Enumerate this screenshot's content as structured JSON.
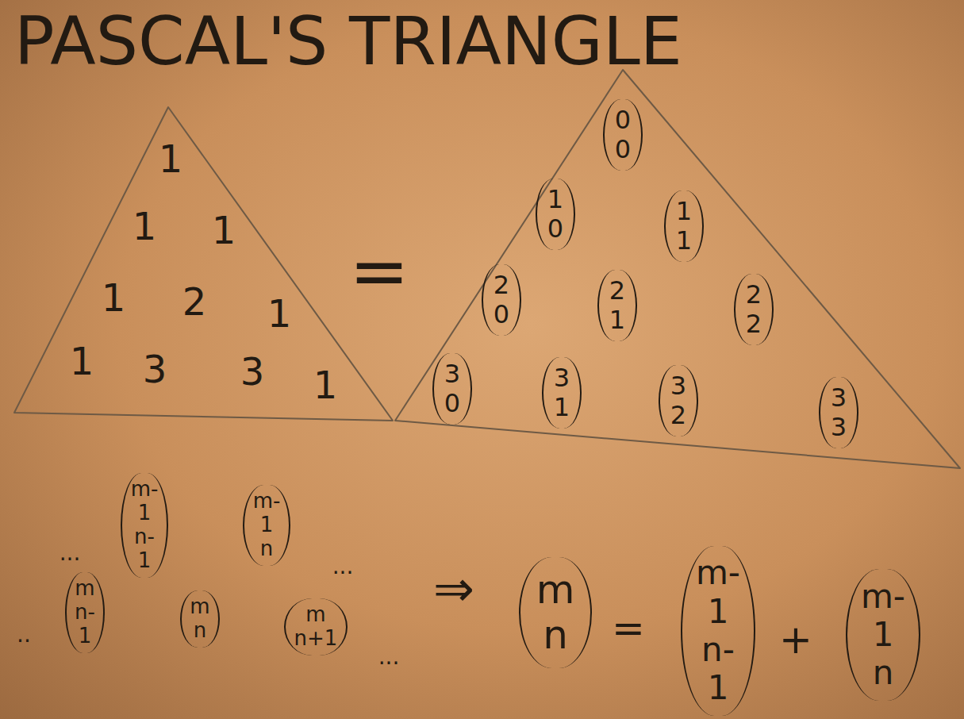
{
  "diagram": {
    "title": "PASCAL'S TRIANGLE",
    "nodes": [
      {
        "text": [
          "1",
          "1",
          "1",
          "1",
          "2",
          "1",
          "1",
          "3",
          "3",
          "1"
        ]
      },
      {
        "text": [
          "0 0",
          "1 0",
          "1 1",
          "2 0",
          "2 1",
          "2 2",
          "3 0",
          "3 1",
          "3 2",
          "3 3"
        ]
      }
    ],
    "labels": [
      "=",
      "...",
      "m-1 n-1",
      "m-1 n",
      "...",
      "..",
      "m n-1",
      "m n",
      "m n+1",
      "...",
      "⇒",
      "m n",
      "=",
      "m-1 n-1",
      "+",
      "m-1 n"
    ]
  }
}
